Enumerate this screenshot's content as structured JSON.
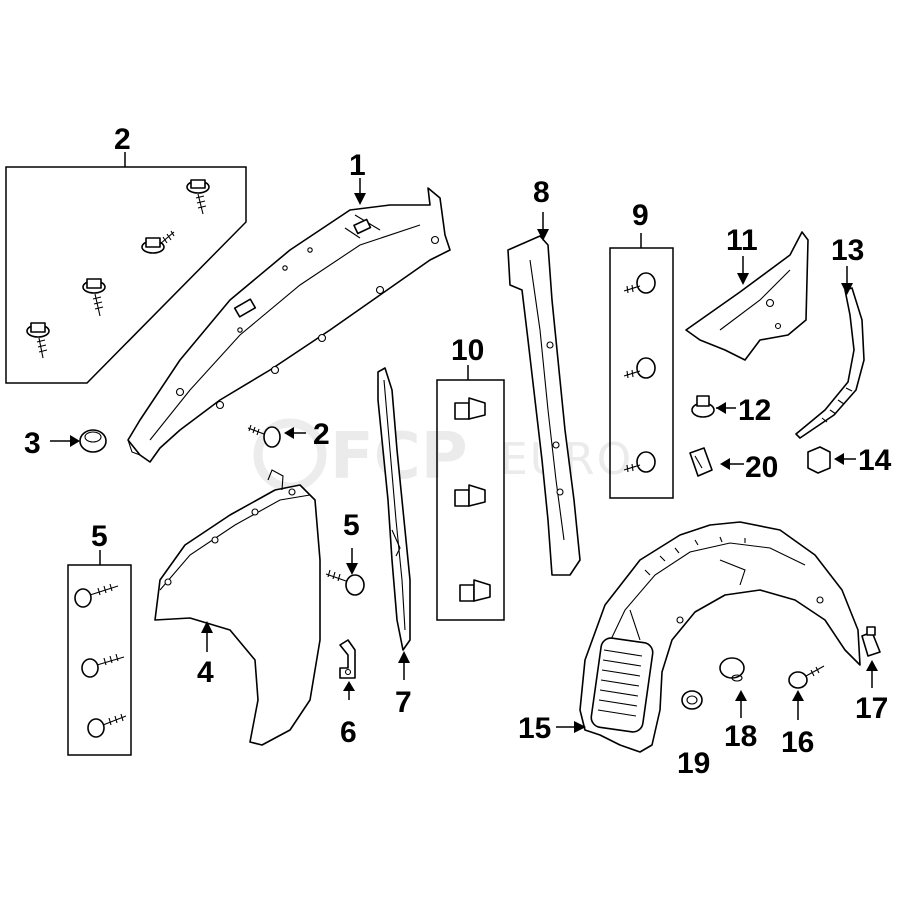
{
  "watermark": {
    "brand": "FCP",
    "suffix": "EURO"
  },
  "callouts": [
    "1",
    "2",
    "2",
    "3",
    "4",
    "5",
    "5",
    "6",
    "7",
    "8",
    "9",
    "10",
    "11",
    "12",
    "13",
    "14",
    "15",
    "16",
    "17",
    "18",
    "19",
    "20"
  ],
  "colors": {
    "line": "#000000",
    "background": "#ffffff",
    "watermark": "#dcdcdc"
  }
}
